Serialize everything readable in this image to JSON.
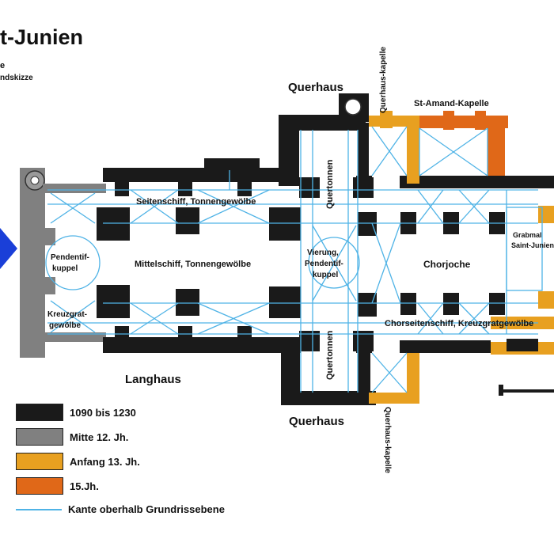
{
  "title": "t-Junien",
  "subtitle_lines": [
    "e",
    "ndskizze"
  ],
  "labels": {
    "querhaus_top": "Querhaus",
    "querhaus_bottom": "Querhaus",
    "querhauskapelle_top": "Querhaus-kapelle",
    "querhauskapelle_bottom": "Querhaus-kapelle",
    "st_amand": "St-Amand-Kapelle",
    "quertonnen_top": "Quertonnen",
    "quertonnen_bottom": "Quertonnen",
    "seitenschiff": "Seitenschiff, Tonnengewölbe",
    "mittelschiff": "Mittelschiff, Tonnengewölbe",
    "pendentif_1": "Pendentif-",
    "pendentif_2": "kuppel",
    "vierung_1": "Vierung,",
    "vierung_2": "Pendentif-",
    "vierung_3": "kuppel",
    "kreuzgrat_1": "Kreuzgrat-",
    "kreuzgrat_2": "gewölbe",
    "chorjoche": "Chorjoche",
    "grabmal_1": "Grabmal",
    "grabmal_2": "Saint-Junien",
    "chorseitenschiff": "Chorseitenschiff, Kreuzgratgewölbe",
    "langhaus": "Langhaus"
  },
  "legend": [
    {
      "label": "1090 bis 1230",
      "color": "#1a1a1a"
    },
    {
      "label": "Mitte 12. Jh.",
      "color": "#808080"
    },
    {
      "label": "Anfang 13. Jh.",
      "color": "#e8a020"
    },
    {
      "label": "15.Jh.",
      "color": "#e06818"
    }
  ],
  "legend_edge": {
    "label": "Kante oberhalb Grundrissebene",
    "color": "#4fb3e6"
  },
  "colors": {
    "vault_lines": "#4fb3e6",
    "arrow": "#1a3fd8"
  }
}
